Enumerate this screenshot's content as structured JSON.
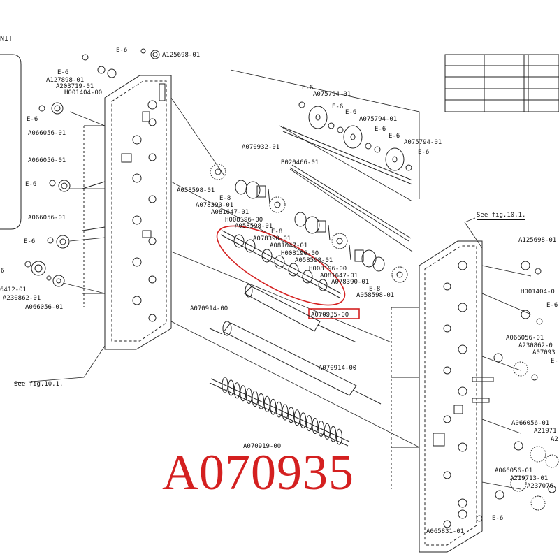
{
  "header_text": "NIT",
  "highlight_label": "A070935",
  "highlight_color": "#d42020",
  "see_fig_left": "See fig.10.1.",
  "see_fig_right": "See fig.10.1.",
  "labels": [
    {
      "id": "a125698-top",
      "text": "A125698-01"
    },
    {
      "id": "e6-top",
      "text": "E-6"
    },
    {
      "id": "e6-a",
      "text": "E-6"
    },
    {
      "id": "a127898",
      "text": "A127898-01"
    },
    {
      "id": "a203719",
      "text": "A203719-01"
    },
    {
      "id": "h001404-left",
      "text": "H001404-00"
    },
    {
      "id": "e6-b",
      "text": "E-6"
    },
    {
      "id": "a066056-1",
      "text": "A066056-01"
    },
    {
      "id": "a066056-2",
      "text": "A066056-01"
    },
    {
      "id": "e6-c",
      "text": "E-6"
    },
    {
      "id": "a066056-3",
      "text": "A066056-01"
    },
    {
      "id": "e6-d",
      "text": "E-6"
    },
    {
      "id": "six",
      "text": "6"
    },
    {
      "id": "r6412",
      "text": "6412-01"
    },
    {
      "id": "a230862-left",
      "text": "A230862-01"
    },
    {
      "id": "a066056-4",
      "text": "A066056-01"
    },
    {
      "id": "e6-e",
      "text": "E-6"
    },
    {
      "id": "a075794-1",
      "text": "A075794-01"
    },
    {
      "id": "e6-f",
      "text": "E-6"
    },
    {
      "id": "e6-g",
      "text": "E-6"
    },
    {
      "id": "a075794-2",
      "text": "A075794-01"
    },
    {
      "id": "e6-h",
      "text": "E-6"
    },
    {
      "id": "e6-i",
      "text": "E-6"
    },
    {
      "id": "a075794-3",
      "text": "A075794-01"
    },
    {
      "id": "e6-j",
      "text": "E-6"
    },
    {
      "id": "a070932",
      "text": "A070932-01"
    },
    {
      "id": "b020466",
      "text": "B020466-01"
    },
    {
      "id": "a058598-1",
      "text": "A058598-01"
    },
    {
      "id": "e8-1",
      "text": "E-8"
    },
    {
      "id": "a078390-1",
      "text": "A078390-01"
    },
    {
      "id": "a081647-1",
      "text": "A081647-01"
    },
    {
      "id": "h008196-1",
      "text": "H008196-00"
    },
    {
      "id": "a058598-2",
      "text": "A058598-01"
    },
    {
      "id": "e8-2",
      "text": "E-8"
    },
    {
      "id": "a078390-2",
      "text": "A078390-01"
    },
    {
      "id": "a081647-2",
      "text": "A081647-01"
    },
    {
      "id": "h008196-2",
      "text": "H008196-00"
    },
    {
      "id": "a058598-3",
      "text": "A058598-01"
    },
    {
      "id": "h008196-3",
      "text": "H008196-00"
    },
    {
      "id": "a081647-3",
      "text": "A081647-01"
    },
    {
      "id": "a078390-3",
      "text": "A078390-01"
    },
    {
      "id": "e8-3",
      "text": "E-8"
    },
    {
      "id": "a058598-4",
      "text": "A058598-01"
    },
    {
      "id": "a070935-box",
      "text": "A070935-00"
    },
    {
      "id": "a070914-1",
      "text": "A070914-00"
    },
    {
      "id": "a070914-2",
      "text": "A070914-00"
    },
    {
      "id": "a070919",
      "text": "A070919-00"
    },
    {
      "id": "a125698-right",
      "text": "A125698-01"
    },
    {
      "id": "h001404-right",
      "text": "H001404-0"
    },
    {
      "id": "e6-k",
      "text": "E-6"
    },
    {
      "id": "a066056-5",
      "text": "A066056-01"
    },
    {
      "id": "a230862-right",
      "text": "A230862-0"
    },
    {
      "id": "a07093",
      "text": "A07093"
    },
    {
      "id": "e-right",
      "text": "E-"
    },
    {
      "id": "a066056-6",
      "text": "A066056-01"
    },
    {
      "id": "a21971",
      "text": "A21971"
    },
    {
      "id": "a2",
      "text": "A2"
    },
    {
      "id": "a066056-7",
      "text": "A066056-01"
    },
    {
      "id": "a219713",
      "text": "A219713-01"
    },
    {
      "id": "a237076",
      "text": "A237076"
    },
    {
      "id": "e6-l",
      "text": "E-6"
    },
    {
      "id": "a065831",
      "text": "A065831-01"
    }
  ]
}
